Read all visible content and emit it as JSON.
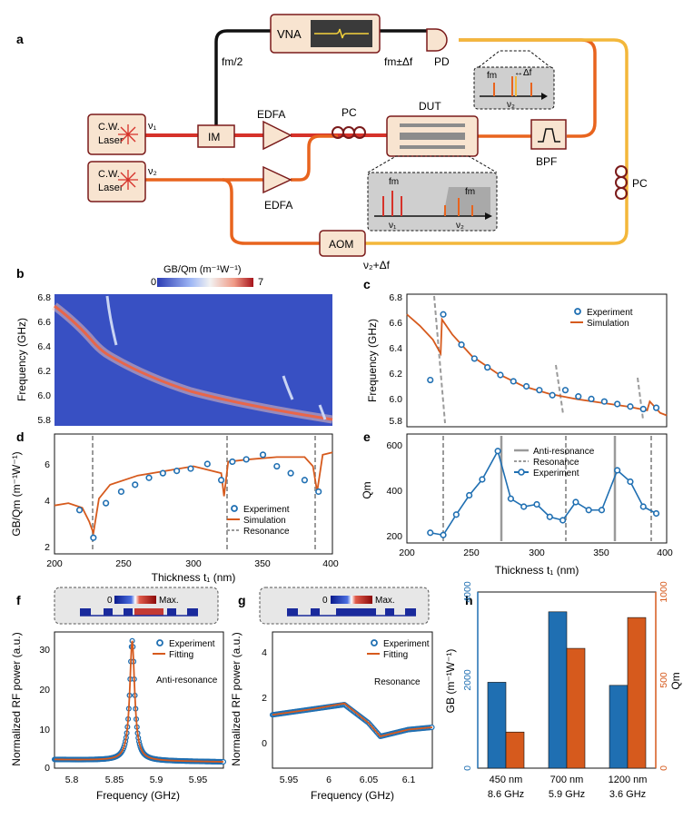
{
  "colors": {
    "red": "#d6322a",
    "orange": "#e8641e",
    "yellow": "#f3b73a",
    "blue": "#1f6fb2",
    "sim": "#d65a1d",
    "grey": "#9a9a9a",
    "box": "#f8e4d0",
    "boxEdge": "#7a1a1a"
  },
  "panelA": {
    "label": "a",
    "laser1": [
      "C.W.",
      "Laser"
    ],
    "laser2": [
      "C.W.",
      "Laser"
    ],
    "nu1": "ν₁",
    "nu2": "ν₂",
    "im": "IM",
    "edfa1": "EDFA",
    "edfa2": "EDFA",
    "pc1": "PC",
    "pc2": "PC",
    "dut": "DUT",
    "bpf": "BPF",
    "aom": "AOM",
    "vna": "VNA",
    "pd": "PD",
    "fm_half": "fm/2",
    "fm_pm": "fm±Δf",
    "nu2_df": "ν₂+Δf",
    "inset_top": {
      "fm": "fm",
      "df": "↔Δf",
      "nu": "ν₂"
    },
    "inset_bottom": {
      "fm1": "fm",
      "fm2": "fm",
      "nu1": "ν₁",
      "nu2": "ν₂"
    }
  },
  "panelB": {
    "label": "b",
    "colorbar_title": "GB/Qm  (m⁻¹W⁻¹)",
    "cb_min": "0",
    "cb_max": "7",
    "ylabel": "Frequency (GHz)",
    "yticks": [
      "6.8",
      "6.6",
      "6.4",
      "6.2",
      "6.0",
      "5.8"
    ]
  },
  "panelC": {
    "label": "c",
    "ylabel": "Frequency (GHz)",
    "yticks": [
      "6.8",
      "6.6",
      "6.4",
      "6.2",
      "6.0",
      "5.8"
    ],
    "legend": [
      "Experiment",
      "Simulation"
    ]
  },
  "panelD": {
    "label": "d",
    "ylabel": "GB/Qm (m⁻¹W⁻¹)",
    "xlabel": "Thickness t₁ (nm)",
    "xticks": [
      "200",
      "250",
      "300",
      "350",
      "400"
    ],
    "yticks": [
      "6",
      "4",
      "2"
    ],
    "legend": [
      "Experiment",
      "Simulation",
      "Resonance"
    ]
  },
  "panelE": {
    "label": "e",
    "ylabel": "Qm",
    "xlabel": "Thickness t₁ (nm)",
    "xticks": [
      "200",
      "250",
      "300",
      "350",
      "400"
    ],
    "yticks": [
      "600",
      "400",
      "200"
    ],
    "legend": [
      "Anti-resonance",
      "Resonance",
      "Experiment"
    ]
  },
  "panelF": {
    "label": "f",
    "inset_zero": "0",
    "inset_max": "Max.",
    "ylabel": "Normalized RF power (a.u.)",
    "xlabel": "Frequency (GHz)",
    "xticks": [
      "5.8",
      "5.85",
      "5.9",
      "5.95"
    ],
    "yticks": [
      "30",
      "20",
      "10",
      "0"
    ],
    "legend": [
      "Experiment",
      "Fitting"
    ],
    "annotation": "Anti-resonance"
  },
  "panelG": {
    "label": "g",
    "inset_zero": "0",
    "inset_max": "Max.",
    "ylabel": "Normalized RF power (a.u.)",
    "xlabel": "Frequency (GHz)",
    "xticks": [
      "5.95",
      "6",
      "6.05",
      "6.1"
    ],
    "yticks": [
      "4",
      "2",
      "0"
    ],
    "legend": [
      "Experiment",
      "Fitting"
    ],
    "annotation": "Resonance"
  },
  "panelH": {
    "label": "h",
    "ylabel_left": "GB (m⁻¹W⁻¹)",
    "ylabel_right": "Qm",
    "yticks_left": [
      "4000",
      "2000",
      "0"
    ],
    "yticks_right": [
      "1000",
      "500",
      "0"
    ],
    "groups": [
      [
        "450 nm",
        "8.6 GHz"
      ],
      [
        "700 nm",
        "5.9 GHz"
      ],
      [
        "1200 nm",
        "3.6 GHz"
      ]
    ]
  },
  "chart_data": [
    {
      "panel": "c",
      "type": "scatter",
      "title": "",
      "xlabel": "",
      "ylabel": "Frequency (GHz)",
      "xlim": [
        200,
        400
      ],
      "ylim": [
        5.75,
        6.8
      ],
      "series": [
        {
          "name": "Experiment",
          "x": [
            218,
            228,
            242,
            252,
            262,
            272,
            282,
            292,
            302,
            312,
            322,
            332,
            342,
            352,
            362,
            372,
            382,
            392
          ],
          "y": [
            6.12,
            6.64,
            6.4,
            6.29,
            6.22,
            6.16,
            6.11,
            6.07,
            6.04,
            6.0,
            6.04,
            5.99,
            5.97,
            5.95,
            5.93,
            5.91,
            5.89,
            5.9
          ]
        },
        {
          "name": "Simulation",
          "x": [
            200,
            210,
            220,
            226,
            227,
            235,
            250,
            270,
            290,
            310,
            330,
            350,
            370,
            385,
            387,
            395,
            400
          ],
          "y": [
            6.64,
            6.55,
            6.44,
            6.33,
            6.6,
            6.48,
            6.31,
            6.17,
            6.07,
            6.01,
            5.97,
            5.94,
            5.91,
            5.88,
            5.95,
            5.86,
            5.84
          ]
        }
      ]
    },
    {
      "panel": "d",
      "type": "scatter",
      "title": "",
      "xlabel": "Thickness t₁ (nm)",
      "ylabel": "GB/Qm (m⁻¹W⁻¹)",
      "xlim": [
        200,
        400
      ],
      "ylim": [
        1.8,
        7
      ],
      "series": [
        {
          "name": "Experiment",
          "x": [
            218,
            228,
            237,
            248,
            258,
            268,
            278,
            288,
            298,
            310,
            320,
            328,
            338,
            350,
            360,
            370,
            380,
            390
          ],
          "y": [
            3.7,
            2.5,
            4.0,
            4.5,
            4.8,
            5.1,
            5.3,
            5.4,
            5.5,
            5.7,
            5.0,
            5.8,
            5.9,
            6.1,
            5.6,
            5.3,
            5.0,
            4.5
          ]
        },
        {
          "name": "Simulation",
          "x": [
            200,
            210,
            220,
            225,
            228,
            232,
            240,
            260,
            280,
            300,
            320,
            322,
            325,
            340,
            360,
            380,
            386,
            389,
            393,
            400
          ],
          "y": [
            3.9,
            4.0,
            3.8,
            3.2,
            2.7,
            4.2,
            4.8,
            5.2,
            5.4,
            5.6,
            5.3,
            4.3,
            5.8,
            5.9,
            6.0,
            6.0,
            5.6,
            4.5,
            6.1,
            6.2
          ]
        }
      ]
    },
    {
      "panel": "e",
      "type": "line",
      "title": "",
      "xlabel": "Thickness t₁ (nm)",
      "ylabel": "Qm",
      "xlim": [
        200,
        400
      ],
      "ylim": [
        140,
        620
      ],
      "series": [
        {
          "name": "Experiment",
          "x": [
            218,
            228,
            238,
            248,
            258,
            270,
            280,
            290,
            300,
            310,
            320,
            330,
            340,
            350,
            362,
            372,
            382,
            392
          ],
          "y": [
            185,
            175,
            265,
            350,
            420,
            545,
            335,
            300,
            310,
            255,
            240,
            320,
            285,
            285,
            460,
            410,
            300,
            270
          ]
        }
      ]
    },
    {
      "panel": "f",
      "type": "line",
      "title": "",
      "xlabel": "Frequency (GHz)",
      "ylabel": "Normalized RF power (a.u.)",
      "xlim": [
        5.78,
        5.98
      ],
      "ylim": [
        -1,
        34
      ],
      "series": [
        {
          "name": "Experiment",
          "peak_x": 5.872,
          "peak_y": 32
        },
        {
          "name": "Fitting",
          "peak_x": 5.872,
          "peak_y": 32
        }
      ]
    },
    {
      "panel": "g",
      "type": "line",
      "title": "",
      "xlabel": "Frequency (GHz)",
      "ylabel": "Normalized RF power (a.u.)",
      "xlim": [
        5.93,
        6.13
      ],
      "ylim": [
        -1,
        5
      ],
      "series": [
        {
          "name": "Experiment",
          "x": [
            5.93,
            5.98,
            6.02,
            6.05,
            6.065,
            6.1,
            6.13
          ],
          "y": [
            1.35,
            1.6,
            1.8,
            1.0,
            0.4,
            0.7,
            0.8
          ]
        },
        {
          "name": "Fitting",
          "x": [
            5.93,
            5.98,
            6.02,
            6.05,
            6.065,
            6.1,
            6.13
          ],
          "y": [
            1.35,
            1.6,
            1.85,
            1.0,
            0.4,
            0.7,
            0.8
          ]
        }
      ]
    },
    {
      "panel": "h",
      "type": "bar",
      "title": "",
      "categories": [
        "450 nm 8.6 GHz",
        "700 nm 5.9 GHz",
        "1200 nm 3.6 GHz"
      ],
      "series": [
        {
          "name": "GB (m⁻¹W⁻¹)",
          "values": [
            1950,
            3550,
            1880
          ]
        },
        {
          "name": "Qm",
          "values": [
            205,
            680,
            855
          ]
        }
      ],
      "ylim_left": [
        0,
        4000
      ],
      "ylim_right": [
        0,
        1000
      ]
    }
  ]
}
